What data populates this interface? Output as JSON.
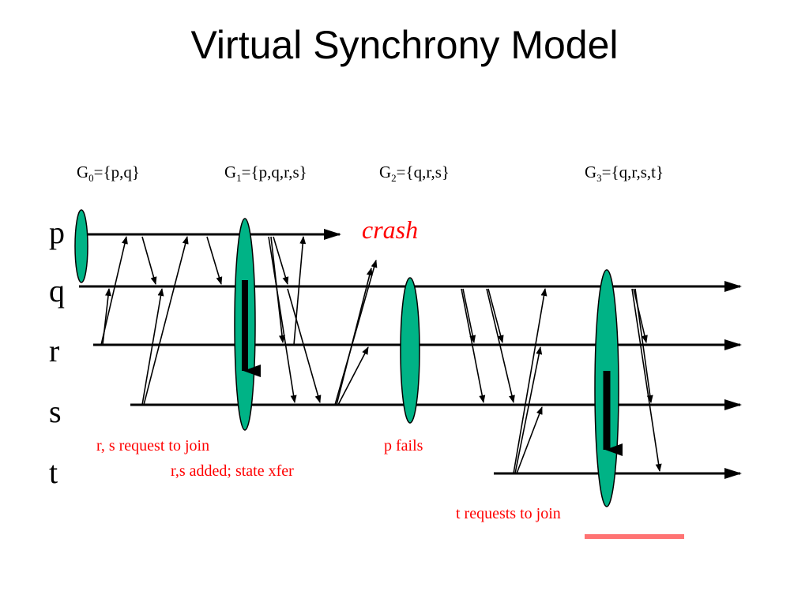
{
  "title": "Virtual Synchrony Model",
  "groups": [
    {
      "name": "G",
      "sub": "0",
      "members": "={p,q}"
    },
    {
      "name": "G",
      "sub": "1",
      "members": "={p,q,r,s}"
    },
    {
      "name": "G",
      "sub": "2",
      "members": "={q,r,s}"
    },
    {
      "name": "G",
      "sub": "3",
      "members": "={q,r,s,t}"
    }
  ],
  "processes": [
    "p",
    "q",
    "r",
    "s",
    "t"
  ],
  "annotations": {
    "crash": "crash",
    "rs_request": "r, s request to join",
    "rs_added": "r,s added; state xfer",
    "p_fails": "p fails",
    "t_request": "t requests to join"
  },
  "colors": {
    "line": "#000000",
    "view_change": "#00B386",
    "annotation": "#FF0000"
  }
}
